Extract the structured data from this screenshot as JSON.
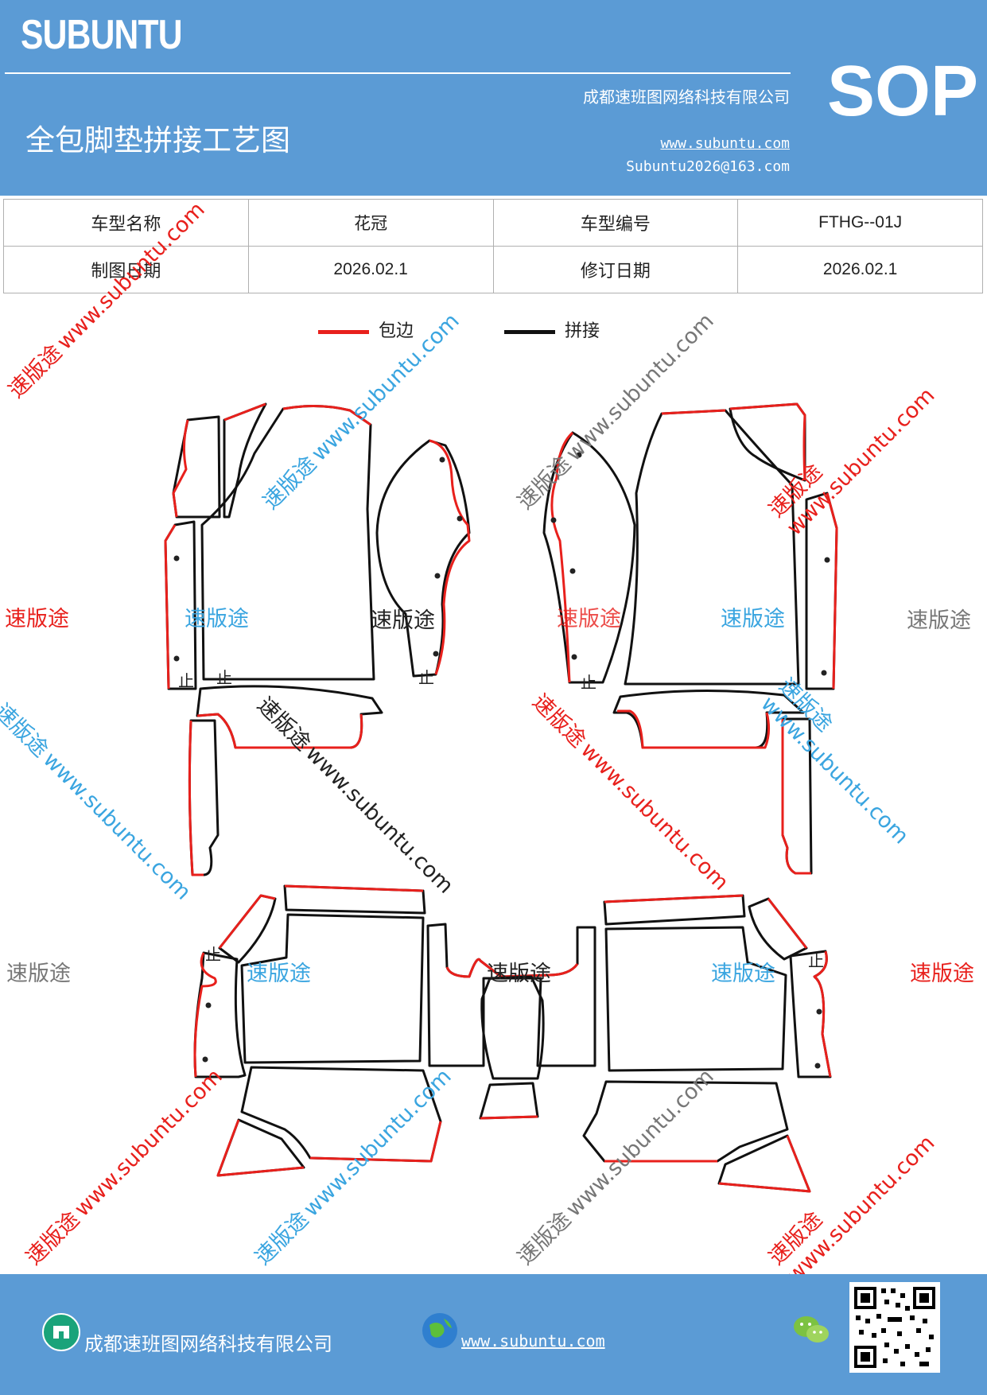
{
  "header": {
    "brand": "SUBUNTU",
    "title": "全包脚垫拼接工艺图",
    "company": "成都速班图网络科技有限公司",
    "website": "www.subuntu.com",
    "email": "Subuntu2026@163.com",
    "badge": "SOP"
  },
  "info_table": {
    "rows": [
      {
        "label1": "车型名称",
        "value1": "花冠",
        "label2": "车型编号",
        "value2": "FTHG--01J"
      },
      {
        "label1": "制图日期",
        "value1": "2026.02.1",
        "label2": "修订日期",
        "value2": "2026.02.1"
      }
    ]
  },
  "legend": {
    "items": [
      {
        "label": "包边",
        "color": "#e8201c"
      },
      {
        "label": "拼接",
        "color": "#111111"
      }
    ]
  },
  "watermarks": {
    "brand_cn": "速版途",
    "url": "www.subuntu.com",
    "colors": {
      "red": "#e8201c",
      "blue": "#3aa5e0",
      "gray": "#777777",
      "black": "#222222"
    }
  },
  "pattern_marks": {
    "stitch": "止"
  },
  "colors": {
    "header_bg": "#5b9bd5",
    "border_red": "#e8201c",
    "seam_black": "#111111"
  },
  "footer": {
    "company": "成都速班图网络科技有限公司",
    "website": "www.subuntu.com"
  }
}
